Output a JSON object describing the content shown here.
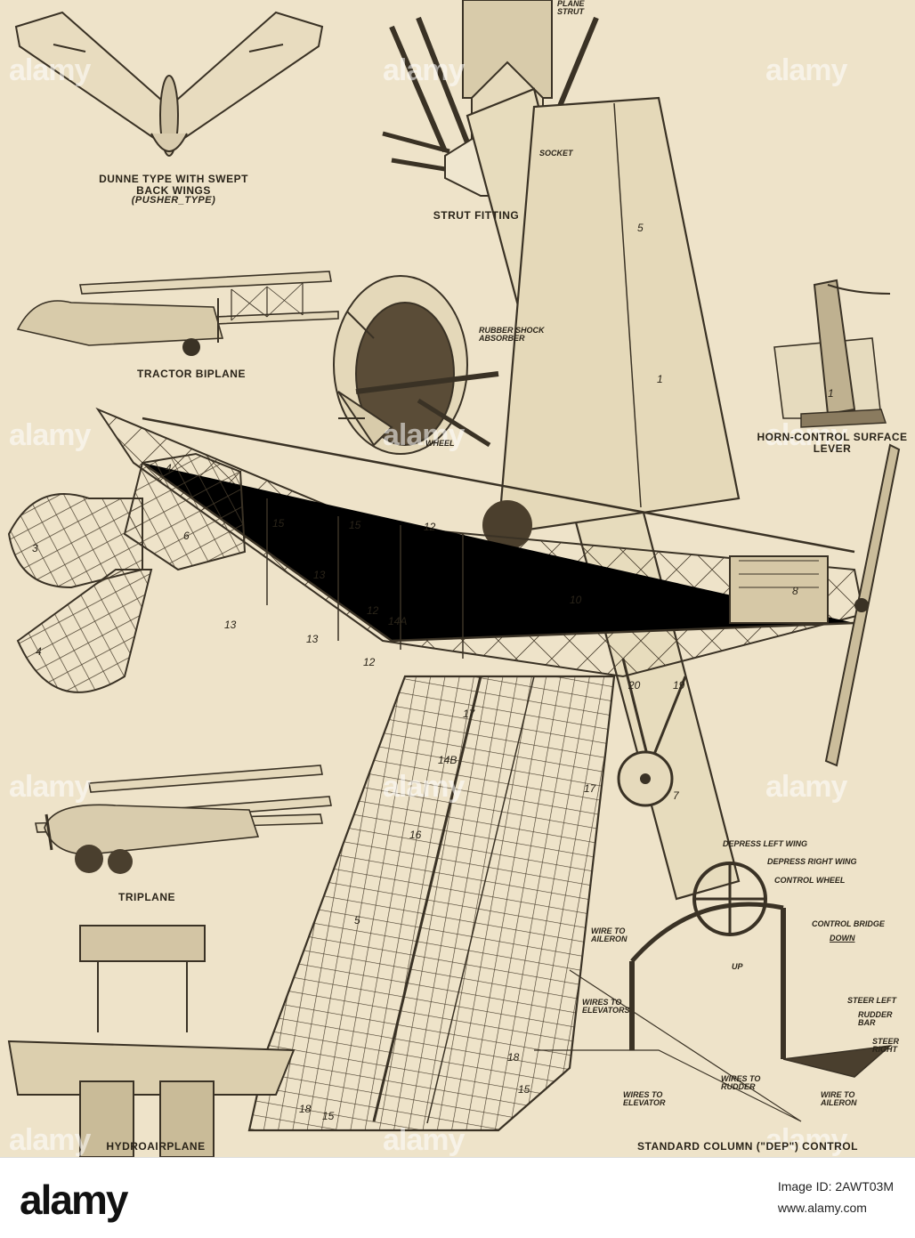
{
  "labels": {
    "dunne_line1": "DUNNE TYPE WITH SWEPT",
    "dunne_line2": "BACK WINGS",
    "dunne_line3": "(PUSHER_TYPE)",
    "plane_strut_1": "PLANE",
    "plane_strut_2": "STRUT",
    "socket": "SOCKET",
    "strut_fitting": "STRUT FITTING",
    "tractor": "TRACTOR BIPLANE",
    "rubber_1": "RUBBER SHOCK",
    "rubber_2": "ABSORBER",
    "wheel": "WHEEL",
    "horn_1": "HORN-CONTROL SURFACE",
    "horn_2": "LEVER",
    "triplane": "TRIPLANE",
    "hydro": "HYDROAIRPLANE",
    "depress_left": "DEPRESS LEFT WING",
    "depress_right": "DEPRESS RIGHT WING",
    "control_wheel": "CONTROL WHEEL",
    "control_bridge": "CONTROL BRIDGE",
    "down": "DOWN",
    "up": "UP",
    "wire_aileron_1a": "WIRE TO",
    "wire_aileron_1b": "AILERON",
    "wires_elevators_a": "WIRES TO",
    "wires_elevators_b": "ELEVATORS",
    "wires_rudder_a": "WIRES TO",
    "wires_rudder_b": "RUDDER",
    "wires_elevator_a": "WIRES TO",
    "wires_elevator_b": "ELEVATOR",
    "steer_left": "STEER LEFT",
    "rudder_bar_a": "RUDDER",
    "rudder_bar_b": "BAR",
    "steer_right_a": "STEER",
    "steer_right_b": "RIGHT",
    "wire_aileron_2a": "WIRE TO",
    "wire_aileron_2b": "AILERON",
    "standard_column": "STANDARD COLUMN (\"DEP\") CONTROL"
  },
  "part_numbers": {
    "n1": "1",
    "n1b": "1",
    "n3": "3",
    "n4a": "4",
    "n4b": "4",
    "n5a": "5",
    "n5b": "5",
    "n6": "6",
    "n7": "7",
    "n8": "8",
    "n10": "10",
    "n12a": "12",
    "n12b": "12",
    "n12c": "12",
    "n13a": "13",
    "n13b": "13",
    "n13c": "13",
    "n14a": "14A",
    "n14b": "14B",
    "n15a": "15",
    "n15b": "15",
    "n15c": "15",
    "n15d": "15",
    "n16": "16",
    "n17a": "17",
    "n17b": "17",
    "n18a": "18",
    "n18b": "18",
    "n19": "19",
    "n20": "20"
  },
  "watermark": {
    "text": "alamy"
  },
  "footer": {
    "logo": "alamy",
    "image_id_label": "Image ID: 2AWT03M",
    "site": "www.alamy.com"
  }
}
